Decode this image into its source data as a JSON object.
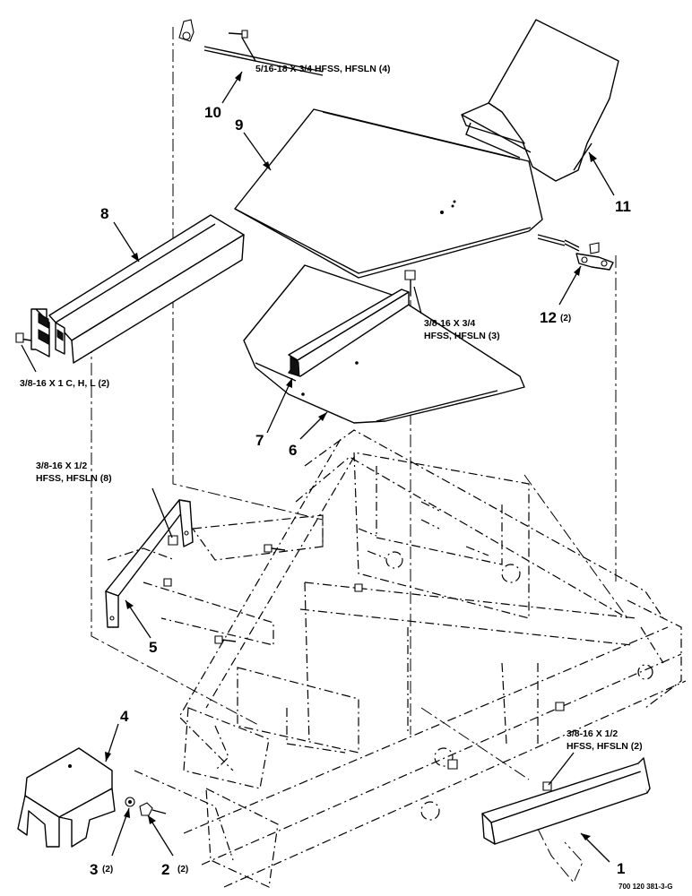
{
  "callouts": {
    "p1": "1",
    "p2": "2",
    "p2_qty": "(2)",
    "p3": "3",
    "p3_qty": "(2)",
    "p4": "4",
    "p5": "5",
    "p6": "6",
    "p7": "7",
    "p8": "8",
    "p9": "9",
    "p10": "10",
    "p11": "11",
    "p12": "12",
    "p12_qty": "(2)"
  },
  "hardware_notes": {
    "bolt_5_16": "5/16-18 X 3/4 HFSS, HFSLN (4)",
    "bolt_3_8_c_h_l": "3/8-16 X 1 C, H, L (2)",
    "bolt_3_8_3_4_line1": "3/8-16 X 3/4",
    "bolt_3_8_3_4_line2": "HFSS, HFSLN (3)",
    "bolt_3_8_1_2_a_line1": "3/8-16 X 1/2",
    "bolt_3_8_1_2_a_line2": "HFSS, HFSLN (8)",
    "bolt_3_8_1_2_b_line1": "3/8-16 X 1/2",
    "bolt_3_8_1_2_b_line2": "HFSS, HFSLN (2)"
  },
  "drawing_code": "700 120 381-3-G"
}
